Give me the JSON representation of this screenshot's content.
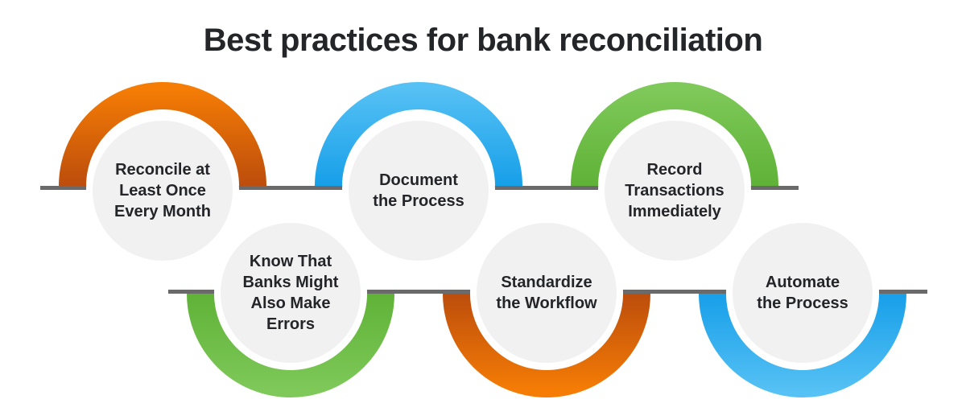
{
  "title": "Best practices for bank reconciliation",
  "steps": [
    {
      "id": 1,
      "label": "Reconcile at\nLeast Once\nEvery Month",
      "color": "orange",
      "row": "top"
    },
    {
      "id": 2,
      "label": "Document\nthe Process",
      "color": "blue",
      "row": "top"
    },
    {
      "id": 3,
      "label": "Record\nTransactions\nImmediately",
      "color": "green",
      "row": "top"
    },
    {
      "id": 4,
      "label": "Know That\nBanks Might\nAlso Make\nErrors",
      "color": "green",
      "row": "bottom"
    },
    {
      "id": 5,
      "label": "Standardize\nthe Workflow",
      "color": "orange",
      "row": "bottom"
    },
    {
      "id": 6,
      "label": "Automate\nthe Process",
      "color": "blue",
      "row": "bottom"
    }
  ],
  "colors": {
    "orange_light": "#F67D05",
    "orange_dark": "#BC4D0C",
    "blue_light": "#56C1F4",
    "blue_dark": "#179FE9",
    "green_light": "#7FC95A",
    "green_dark": "#5FB237",
    "connector_line": "#6A6A6A",
    "circle_fill": "#F1F1F2",
    "text": "#242528",
    "background": "#FFFFFF"
  }
}
